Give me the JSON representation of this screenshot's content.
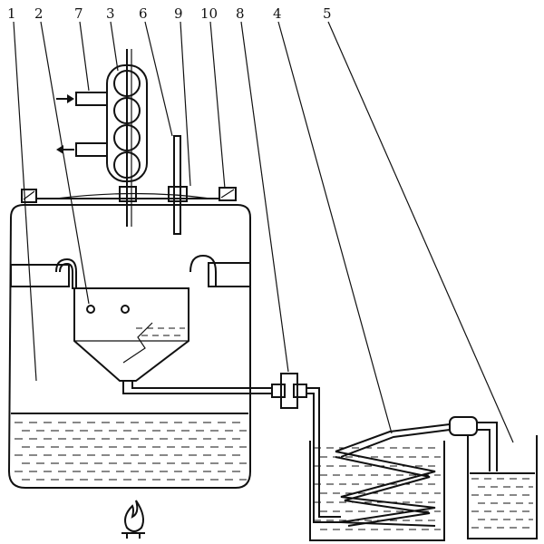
{
  "labels": [
    "1",
    "2",
    "7",
    "3",
    "6",
    "9",
    "10",
    "8",
    "4",
    "5"
  ],
  "colors": {
    "ink": "#111111",
    "paper": "#ffffff"
  }
}
